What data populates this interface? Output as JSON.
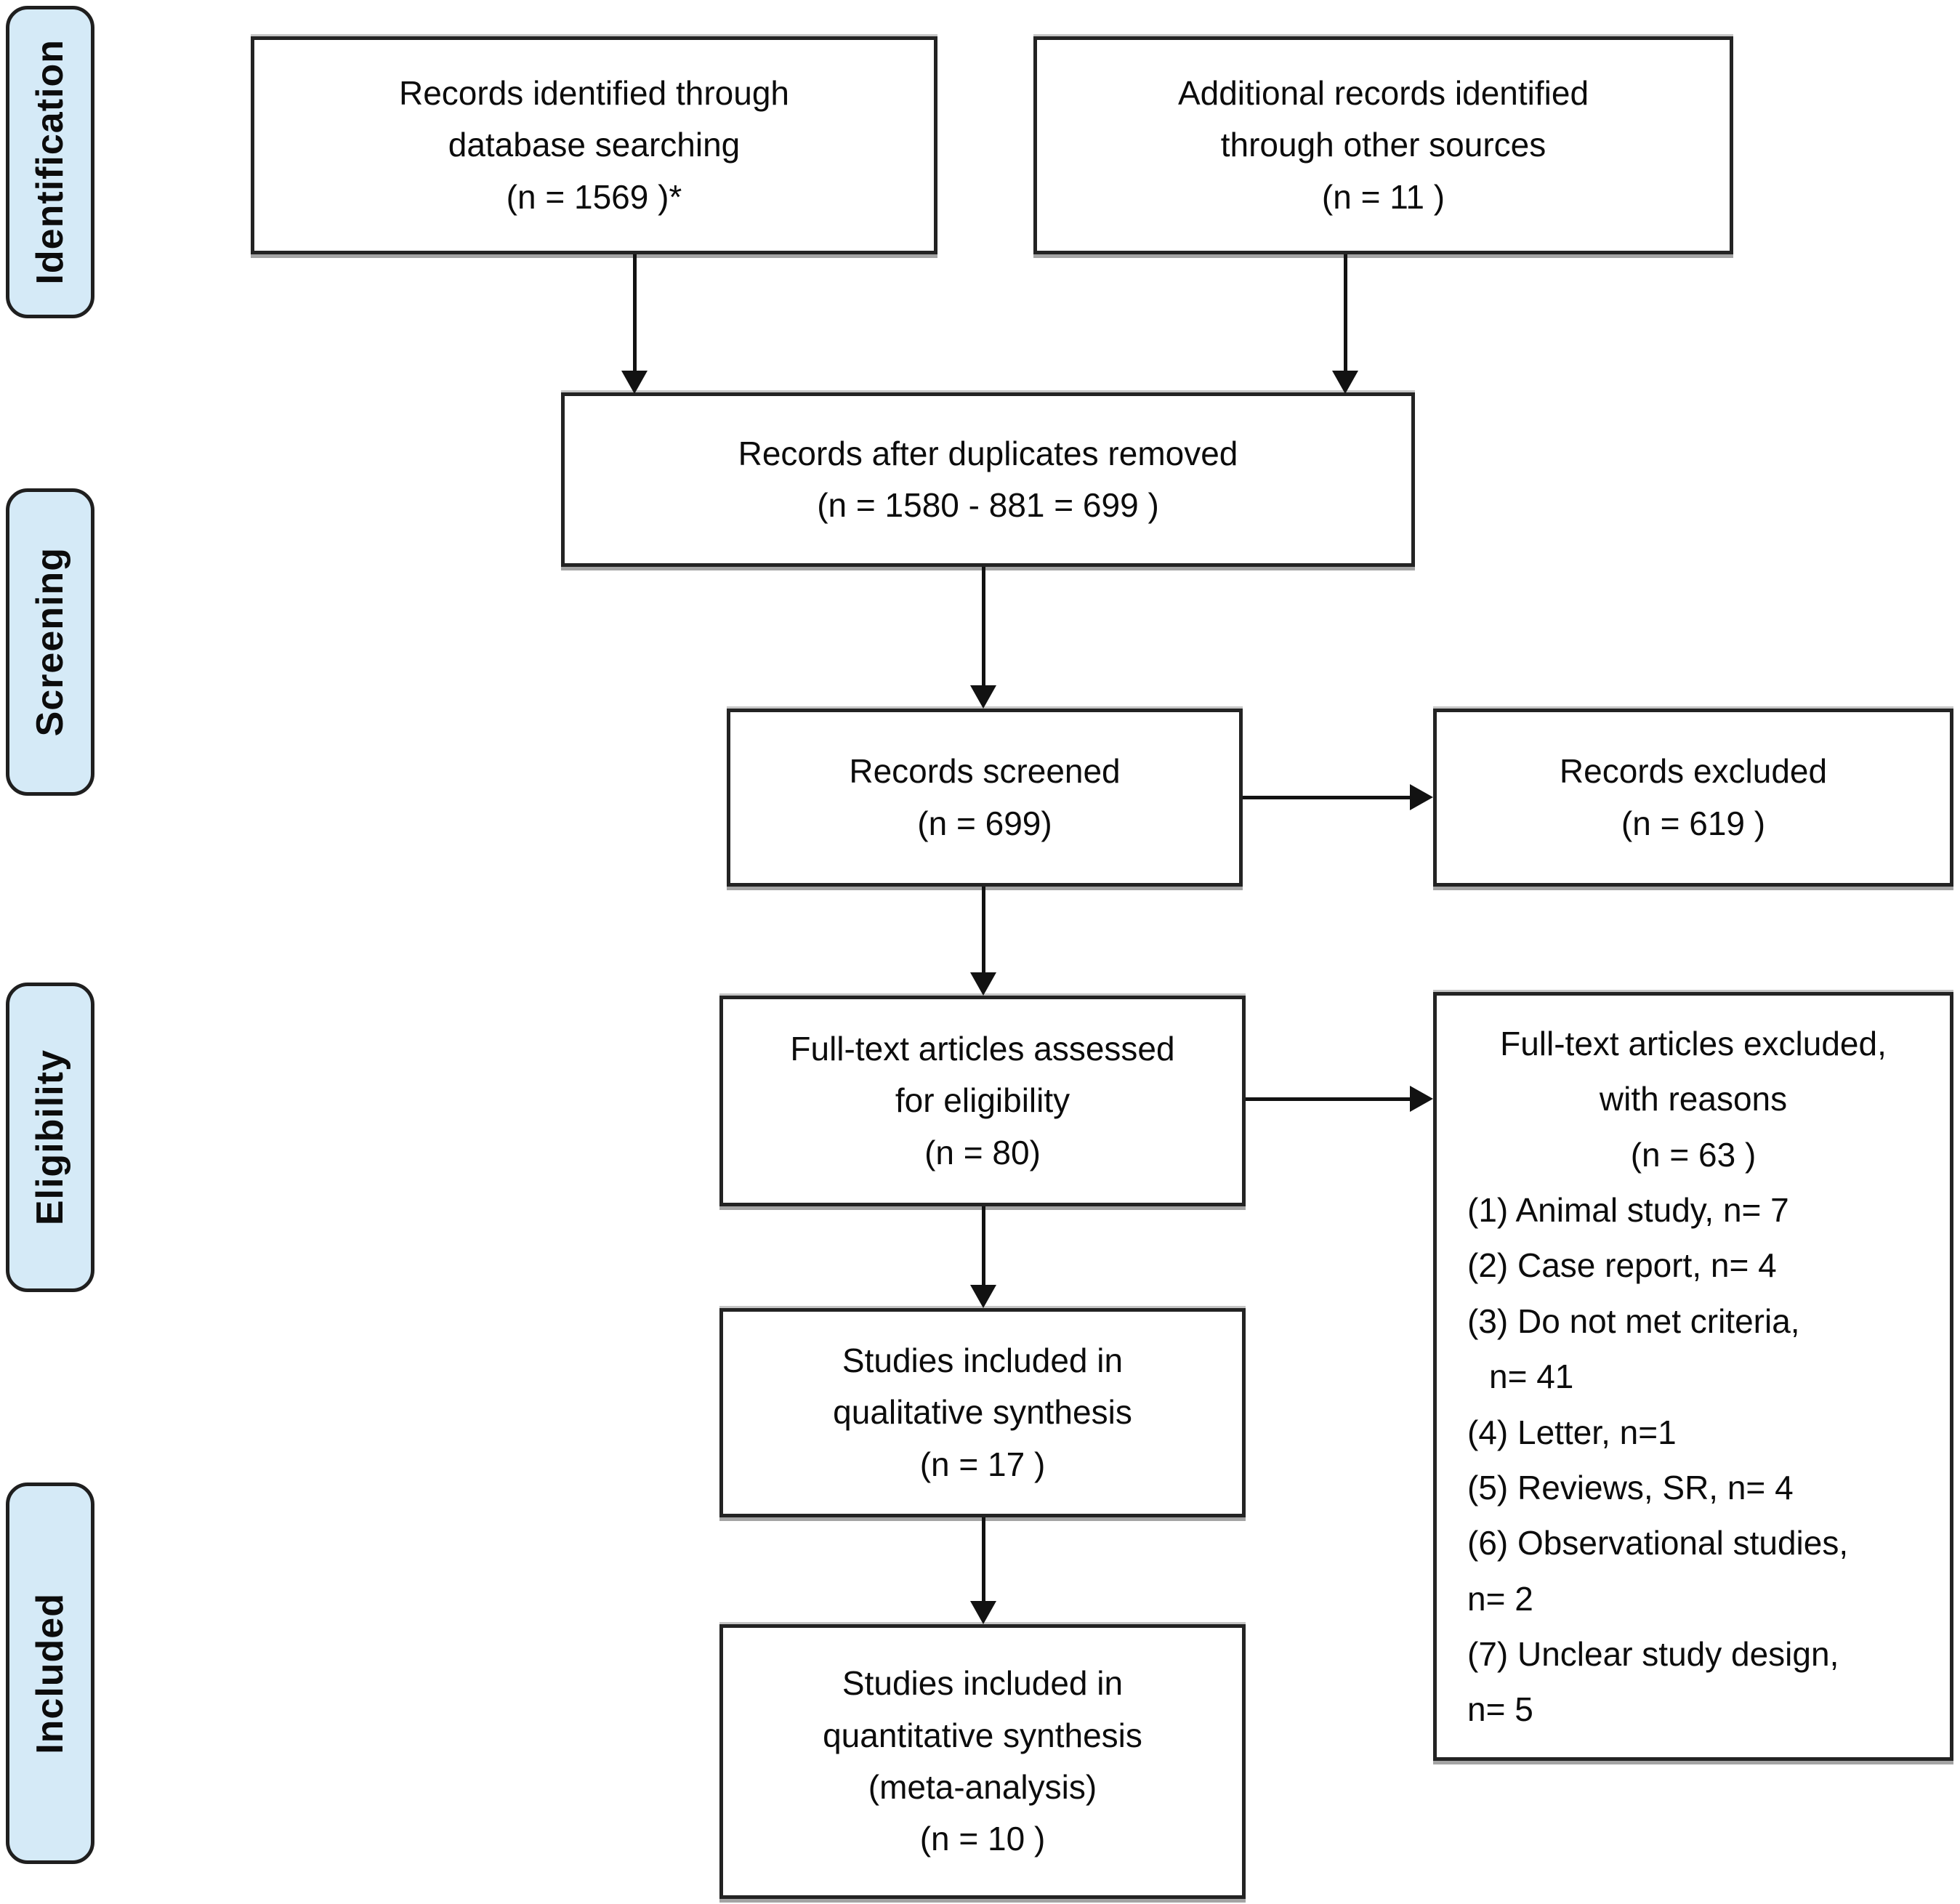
{
  "sidebar": {
    "items": [
      {
        "label": "Identification"
      },
      {
        "label": "Screening"
      },
      {
        "label": "Eligibility"
      },
      {
        "label": "Included"
      }
    ]
  },
  "flow": {
    "records_identified": {
      "line1": "Records identified through",
      "line2": "database searching",
      "line3": "(n =  1569 )*"
    },
    "additional_records": {
      "line1": "Additional records identified",
      "line2": "through other sources",
      "line3": "(n =  11 )"
    },
    "duplicates_removed": {
      "line1": "Records after duplicates removed",
      "line2": "(n =  1580 - 881 = 699 )"
    },
    "records_screened": {
      "line1": "Records screened",
      "line2": "(n = 699)"
    },
    "records_excluded": {
      "line1": "Records excluded",
      "line2": "(n = 619 )"
    },
    "fulltext_assessed": {
      "line1": "Full-text articles assessed",
      "line2": "for eligibility",
      "line3": "(n = 80)"
    },
    "fulltext_excluded": {
      "header1": "Full-text articles excluded,",
      "header2": "with reasons",
      "header3": "(n = 63  )",
      "reasons": [
        "(1) Animal study, n= 7",
        "(2) Case report, n= 4",
        "(3) Do not met criteria,",
        "n= 41",
        "(4) Letter, n=1",
        "(5) Reviews, SR, n= 4",
        "(6) Observational studies,",
        "n= 2",
        "(7) Unclear study design,",
        "n= 5"
      ]
    },
    "qualitative_synthesis": {
      "line1": "Studies included in",
      "line2": "qualitative synthesis",
      "line3": "(n = 17 )"
    },
    "quantitative_synthesis": {
      "line1": "Studies included in",
      "line2": "quantitative synthesis",
      "line3": "(meta-analysis)",
      "line4": "(n = 10 )"
    }
  },
  "colors": {
    "stage_fill": "#d5eaf7",
    "stage_border": "#1f1f1f",
    "box_fill": "#ffffff",
    "box_border": "#232323",
    "arrow": "#121212",
    "text": "#0c0c0c"
  }
}
